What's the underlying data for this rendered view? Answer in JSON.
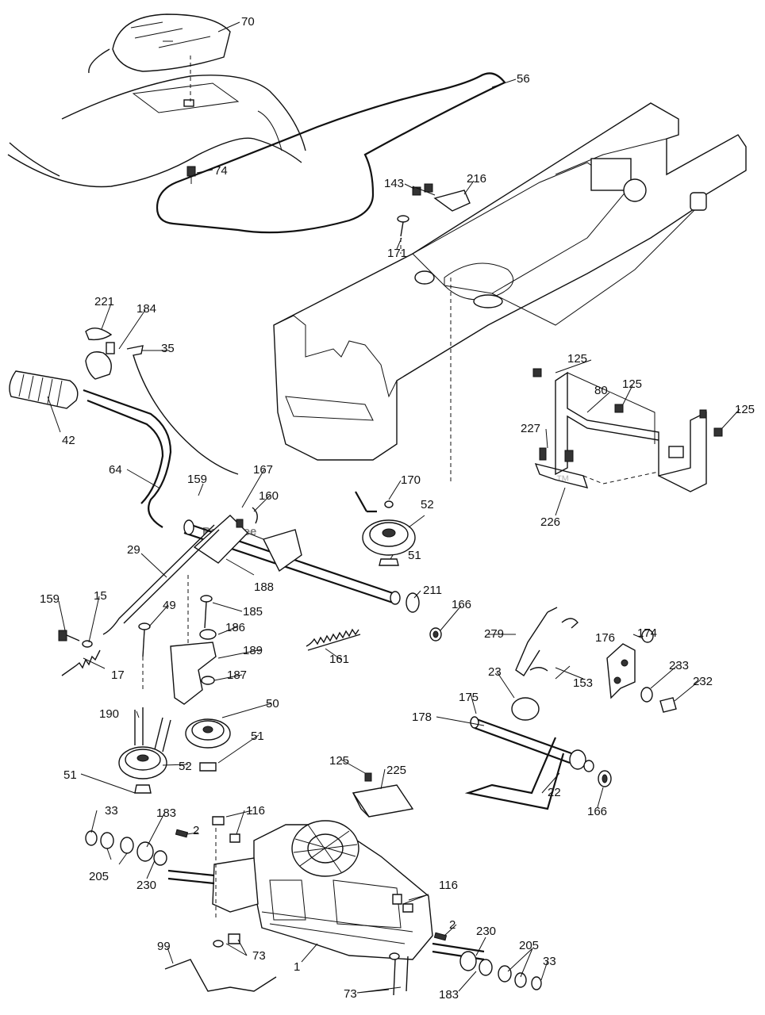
{
  "watermark": {
    "text": "PartsTree",
    "superscript": "™",
    "color": "#bdbdbd"
  },
  "callouts": {
    "c70": "70",
    "c56": "56",
    "c74": "74",
    "c143": "143",
    "c216": "216",
    "c171": "171",
    "c221": "221",
    "c184": "184",
    "c35": "35",
    "c42": "42",
    "c64": "64",
    "c125a": "125",
    "c125b": "125",
    "c125c": "125",
    "c80": "80",
    "c227": "227",
    "c226": "226",
    "c159a": "159",
    "c167": "167",
    "c160": "160",
    "c170": "170",
    "c52a": "52",
    "c51a": "51",
    "c29": "29",
    "c188": "188",
    "c211": "211",
    "c166a": "166",
    "c159b": "159",
    "c15": "15",
    "c49": "49",
    "c185": "185",
    "c186": "186",
    "c161": "161",
    "c189": "189",
    "c17": "17",
    "c187": "187",
    "c279": "279",
    "c176": "176",
    "c174": "174",
    "c233": "233",
    "c232": "232",
    "c23": "23",
    "c153": "153",
    "c175": "175",
    "c178": "178",
    "c190": "190",
    "c50": "50",
    "c51b": "51",
    "c52b": "52",
    "c51c": "51",
    "c125d": "125",
    "c225": "225",
    "c22": "22",
    "c166b": "166",
    "c33a": "33",
    "c183a": "183",
    "c116a": "116",
    "c2a": "2",
    "c205a": "205",
    "c230a": "230",
    "c116b": "116",
    "c2b": "2",
    "c230b": "230",
    "c205b": "205",
    "c33b": "33",
    "c99": "99",
    "c73a": "73",
    "c1": "1",
    "c73b": "73",
    "c183b": "183"
  }
}
